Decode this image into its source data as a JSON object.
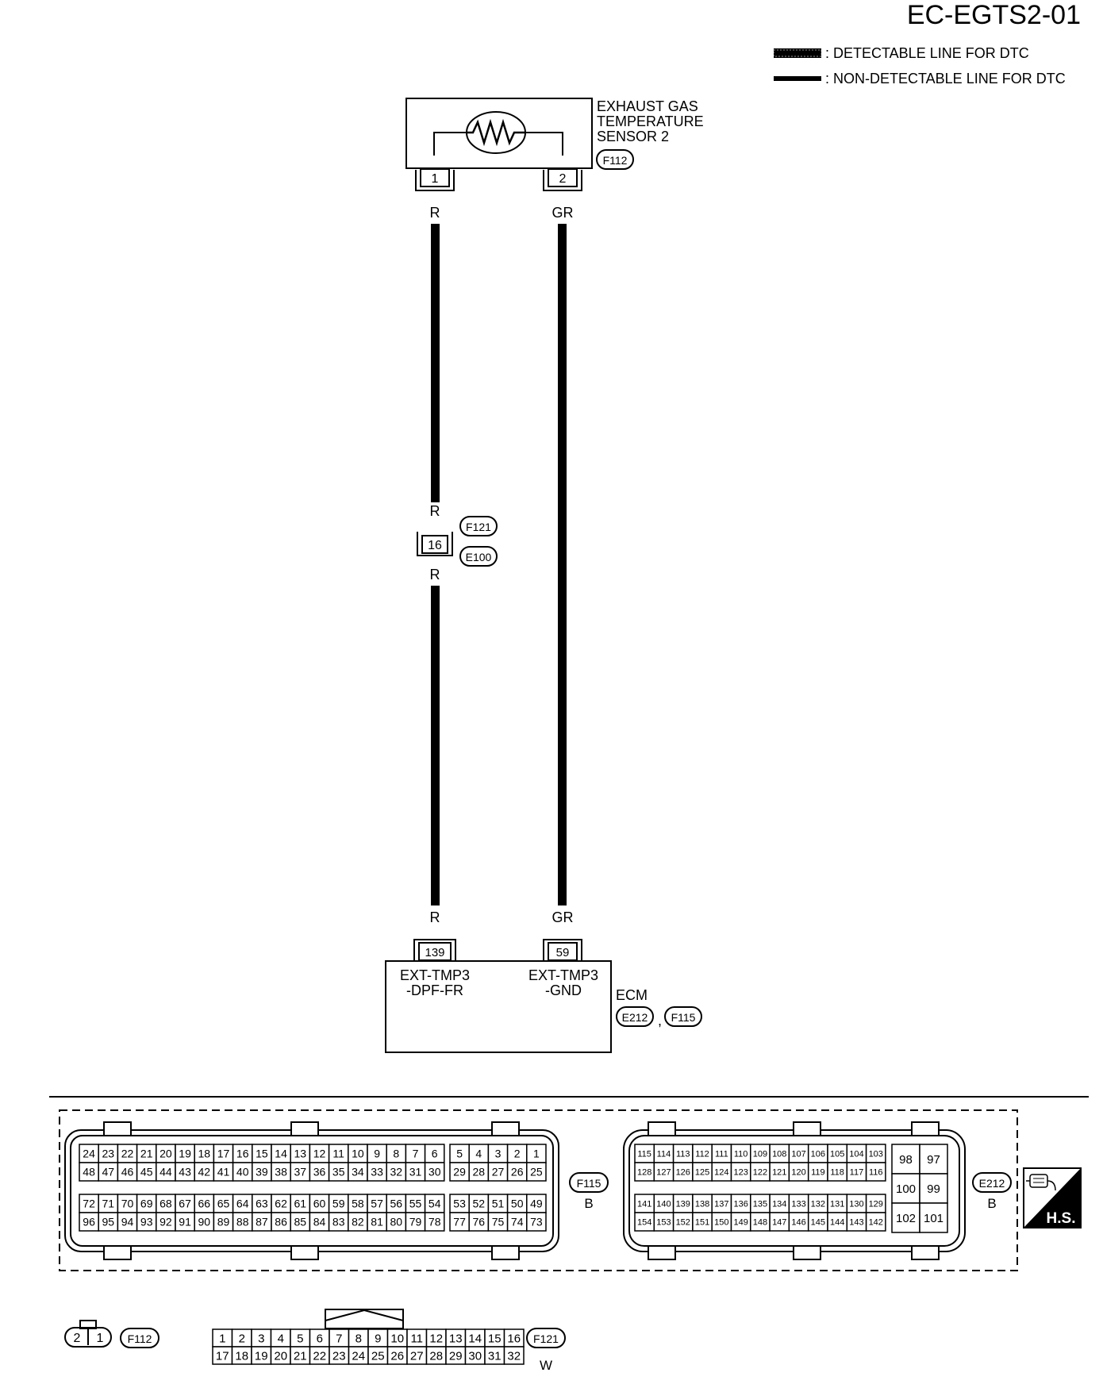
{
  "diagram_code": "EC-EGTS2-01",
  "legend": {
    "detectable": ": DETECTABLE LINE FOR DTC",
    "non_detectable": ": NON-DETECTABLE LINE FOR DTC"
  },
  "sensor": {
    "name_line1": "EXHAUST GAS",
    "name_line2": "TEMPERATURE",
    "name_line3": "SENSOR 2",
    "connector": "F112",
    "pin_left": "1",
    "pin_right": "2"
  },
  "wires": {
    "left_color": "R",
    "right_color": "GR"
  },
  "junction": {
    "pin": "16",
    "connector_top": "F121",
    "connector_bottom": "E100"
  },
  "ecm": {
    "name": "ECM",
    "pin_left": "139",
    "pin_right": "59",
    "terminal_left_line1": "EXT-TMP3",
    "terminal_left_line2": "-DPF-FR",
    "terminal_right_line1": "EXT-TMP3",
    "terminal_right_line2": "-GND",
    "connector_a": "E212",
    "separator": ",",
    "connector_b": "F115"
  },
  "connector_views": {
    "f115": {
      "label": "F115",
      "color": "B",
      "row1_a": [
        "24",
        "23",
        "22",
        "21",
        "20",
        "19",
        "18",
        "17",
        "16",
        "15",
        "14",
        "13",
        "12",
        "11",
        "10",
        "9",
        "8",
        "7",
        "6"
      ],
      "row1_b": [
        "5",
        "4",
        "3",
        "2",
        "1"
      ],
      "row2_a": [
        "48",
        "47",
        "46",
        "45",
        "44",
        "43",
        "42",
        "41",
        "40",
        "39",
        "38",
        "37",
        "36",
        "35",
        "34",
        "33",
        "32",
        "31",
        "30"
      ],
      "row2_b": [
        "29",
        "28",
        "27",
        "26",
        "25"
      ],
      "row3_a": [
        "72",
        "71",
        "70",
        "69",
        "68",
        "67",
        "66",
        "65",
        "64",
        "63",
        "62",
        "61",
        "60",
        "59",
        "58",
        "57",
        "56",
        "55",
        "54"
      ],
      "row3_b": [
        "53",
        "52",
        "51",
        "50",
        "49"
      ],
      "row4_a": [
        "96",
        "95",
        "94",
        "93",
        "92",
        "91",
        "90",
        "89",
        "88",
        "87",
        "86",
        "85",
        "84",
        "83",
        "82",
        "81",
        "80",
        "79",
        "78"
      ],
      "row4_b": [
        "77",
        "76",
        "75",
        "74",
        "73"
      ]
    },
    "e212": {
      "label": "E212",
      "color": "B",
      "row1": [
        "115",
        "114",
        "113",
        "112",
        "111",
        "110",
        "109",
        "108",
        "107",
        "106",
        "105",
        "104",
        "103"
      ],
      "row2": [
        "128",
        "127",
        "126",
        "125",
        "124",
        "123",
        "122",
        "121",
        "120",
        "119",
        "118",
        "117",
        "116"
      ],
      "row3": [
        "141",
        "140",
        "139",
        "138",
        "137",
        "136",
        "135",
        "134",
        "133",
        "132",
        "131",
        "130",
        "129"
      ],
      "row4": [
        "154",
        "153",
        "152",
        "151",
        "150",
        "149",
        "148",
        "147",
        "146",
        "145",
        "144",
        "143",
        "142"
      ],
      "big": [
        [
          "98",
          "97"
        ],
        [
          "100",
          "99"
        ],
        [
          "102",
          "101"
        ]
      ]
    },
    "f112": {
      "label": "F112",
      "pins": [
        "2",
        "1"
      ]
    },
    "f121": {
      "label": "F121",
      "color": "W",
      "row1": [
        "1",
        "2",
        "3",
        "4",
        "5",
        "6",
        "7",
        "8",
        "9",
        "10",
        "11",
        "12",
        "13",
        "14",
        "15",
        "16"
      ],
      "row2": [
        "17",
        "18",
        "19",
        "20",
        "21",
        "22",
        "23",
        "24",
        "25",
        "26",
        "27",
        "28",
        "29",
        "30",
        "31",
        "32"
      ]
    },
    "hs_badge": "H.S."
  }
}
